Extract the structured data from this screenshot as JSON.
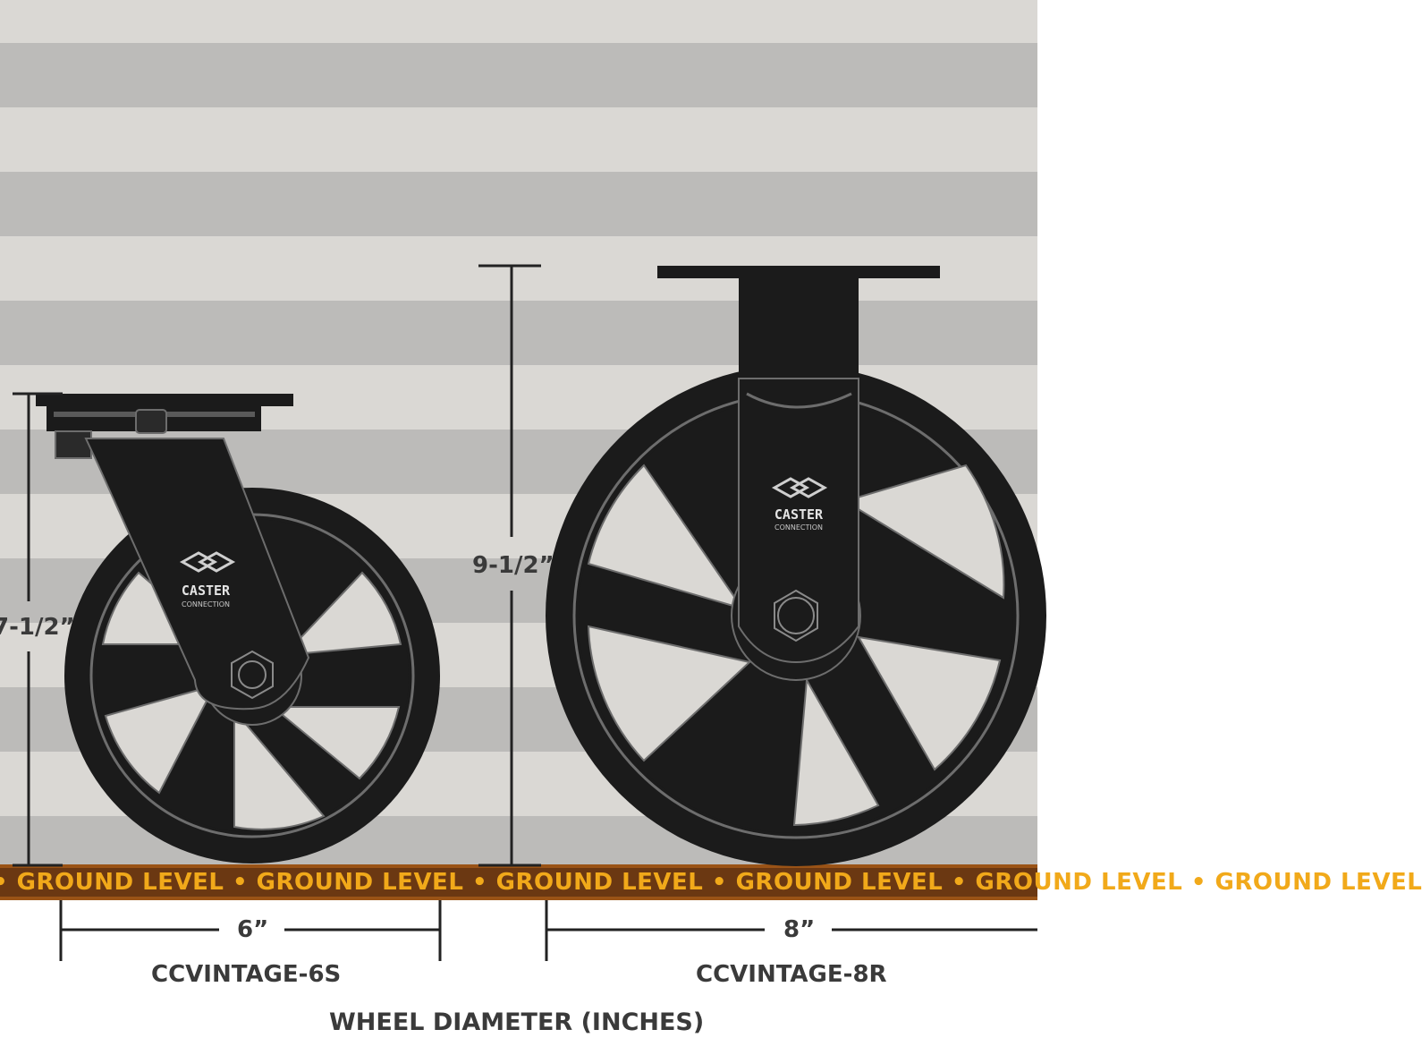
{
  "background": {
    "light": "#dad8d4",
    "dark": "#bcbbb9",
    "ground_dark": "#6b3812",
    "ground_text": "#f1a91a"
  },
  "ground": {
    "text": "• GROUND LEVEL • GROUND LEVEL • GROUND LEVEL • GROUND LEVEL • GROUND LEVEL • GROUND LEVEL"
  },
  "casters": [
    {
      "model": "CCVINTAGE-6S",
      "height_label": "7-1/2”",
      "diameter_label": "6”",
      "logo_top": "CASTER",
      "logo_bottom": "CONNECTION"
    },
    {
      "model": "CCVINTAGE-8R",
      "height_label": "9-1/2”",
      "diameter_label": "8”",
      "logo_top": "CASTER",
      "logo_bottom": "CONNECTION"
    }
  ],
  "footer": {
    "axis_label": "WHEEL DIAMETER (INCHES)"
  }
}
